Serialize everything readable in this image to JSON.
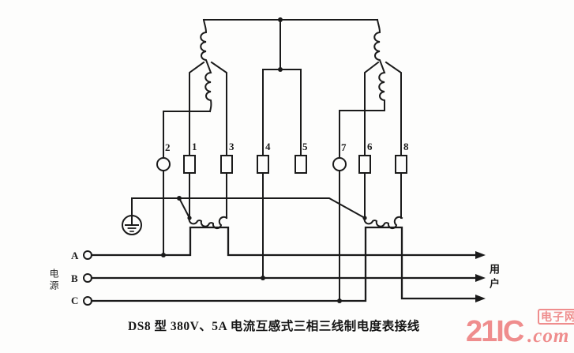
{
  "page": {
    "background": "#fdfdfc",
    "ink": "#1c1c1c"
  },
  "diagram": {
    "caption": "DS8 型 380V、5A 电流互感式三相三线制电度表接线",
    "power_label": "电源",
    "load_label": "用户",
    "phase_labels": {
      "a": "A",
      "b": "B",
      "c": "C"
    },
    "terminal_numbers": {
      "t2": "2",
      "t1": "1",
      "t3": "3",
      "t4": "4",
      "t5": "5",
      "t7": "7",
      "t6": "6",
      "t8": "8"
    },
    "symbols": [
      "ground-electrode",
      "current-transformer-a",
      "current-transformer-c",
      "voltage-coil-a",
      "voltage-coil-c",
      "current-coil-a",
      "current-coil-c"
    ]
  },
  "watermark": {
    "brand": "21IC",
    "site_box": "电子网",
    "domain": ".com",
    "color": "#ef8d8d"
  }
}
